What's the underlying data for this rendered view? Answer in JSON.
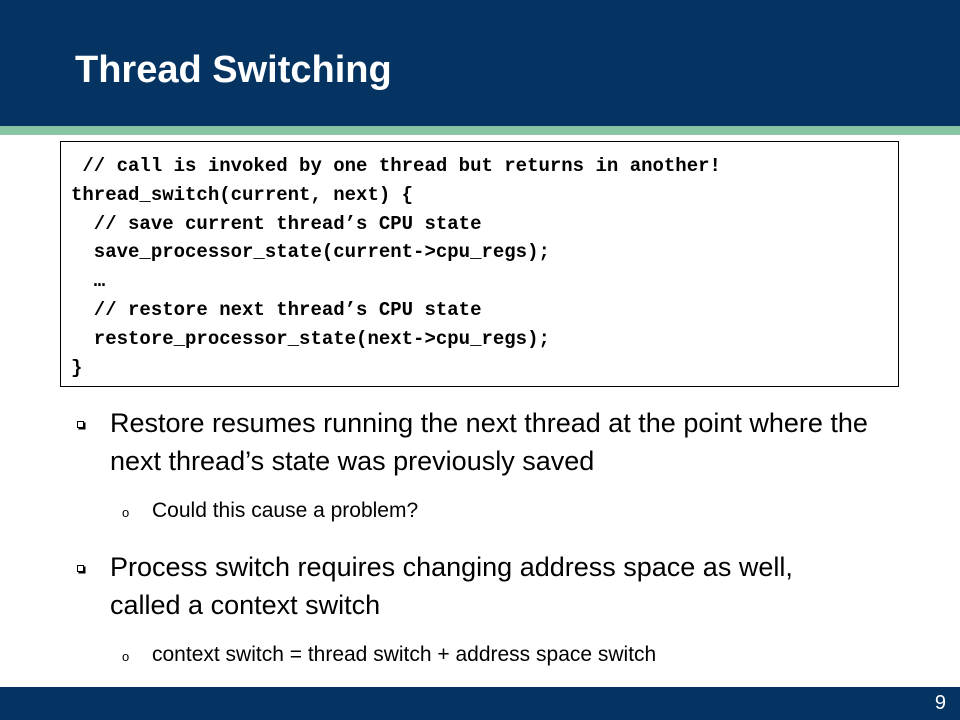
{
  "slide": {
    "title": "Thread Switching",
    "page_number": "9",
    "colors": {
      "header_band": "#053463",
      "accent_stripe": "#86c6a3",
      "footer_band": "#053463"
    }
  },
  "code_block": {
    "lines": [
      " // call is invoked by one thread but returns in another!",
      "thread_switch(current, next) {",
      "  // save current thread’s CPU state",
      "  save_processor_state(current->cpu_regs);",
      "  …",
      "  // restore next thread’s CPU state",
      "  restore_processor_state(next->cpu_regs);",
      "}"
    ]
  },
  "bullets": [
    {
      "text": "Restore resumes running the next thread at the point where the next thread’s state was previously saved",
      "sub": [
        "Could this cause a problem?"
      ]
    },
    {
      "text": "Process switch requires changing address space as well, called a context switch",
      "sub": [
        "context switch = thread switch + address space switch"
      ]
    }
  ],
  "markers": {
    "bullet": "",
    "sub_bullet": "o"
  }
}
